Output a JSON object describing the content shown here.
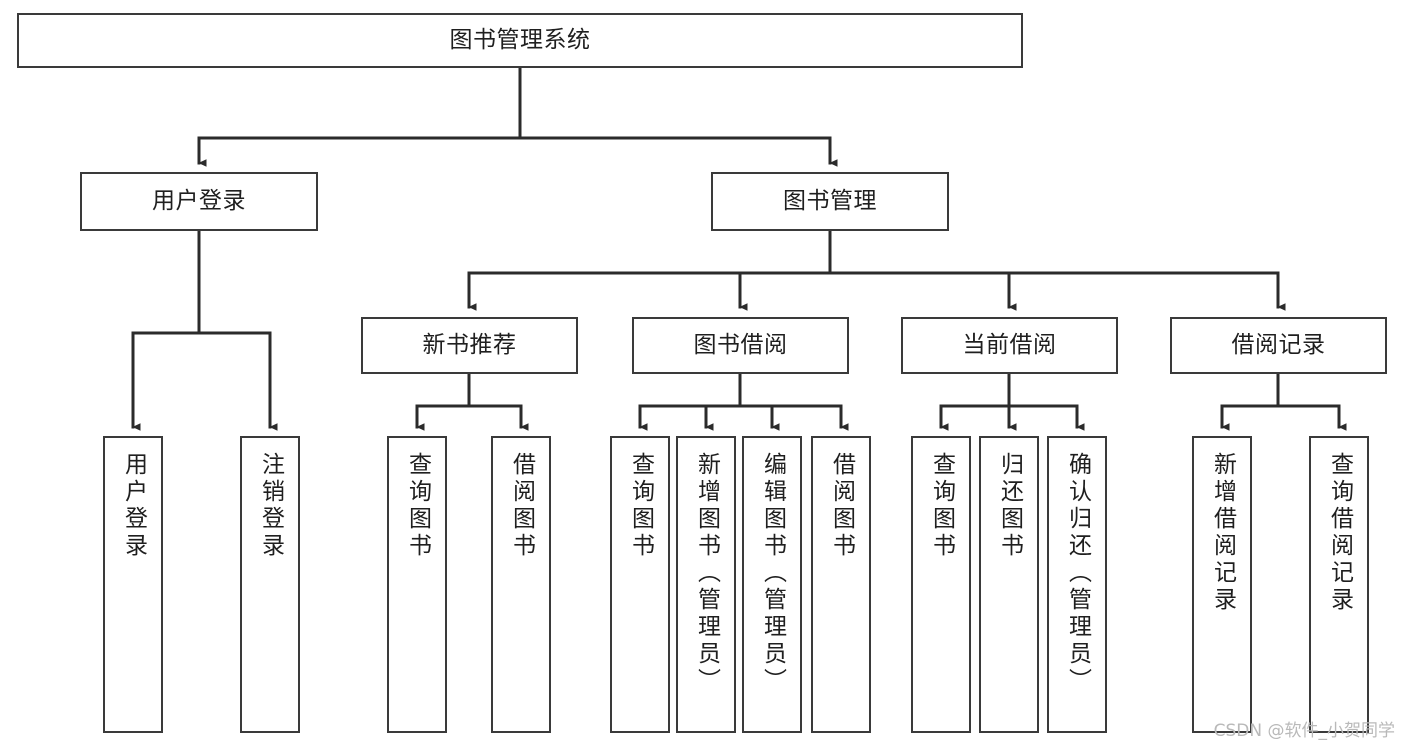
{
  "diagram": {
    "title": "图书管理系统",
    "type": "tree-hierarchy",
    "watermark": "CSDN @软件_小贺同学",
    "colors": {
      "background": "#ffffff",
      "box_border": "#3a3a3a",
      "box_fill": "#ffffff",
      "text": "#1f1f1f",
      "edge": "#2b2b2b",
      "watermark": "#b9b9b9"
    },
    "nodes": {
      "root": {
        "label": "图书管理系统"
      },
      "level2": [
        {
          "label": "用户登录"
        },
        {
          "label": "图书管理"
        }
      ],
      "level3": [
        {
          "label": "新书推荐"
        },
        {
          "label": "图书借阅"
        },
        {
          "label": "当前借阅"
        },
        {
          "label": "借阅记录"
        }
      ],
      "leaves_user_login": [
        {
          "label": "用户登录"
        },
        {
          "label": "注销登录"
        }
      ],
      "leaves_new_book": [
        {
          "label": "查询图书"
        },
        {
          "label": "借阅图书"
        }
      ],
      "leaves_borrow": [
        {
          "label": "查询图书"
        },
        {
          "label": "新增图书（管理员）"
        },
        {
          "label": "编辑图书（管理员）"
        },
        {
          "label": "借阅图书"
        }
      ],
      "leaves_current": [
        {
          "label": "查询图书"
        },
        {
          "label": "归还图书"
        },
        {
          "label": "确认归还（管理员）"
        }
      ],
      "leaves_record": [
        {
          "label": "新增借阅记录"
        },
        {
          "label": "查询借阅记录"
        }
      ]
    }
  }
}
